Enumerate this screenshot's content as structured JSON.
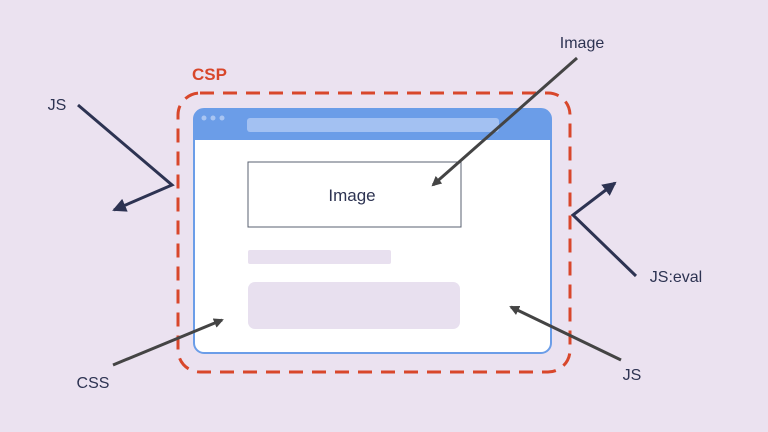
{
  "labels": {
    "csp": "CSP",
    "image_box": "Image",
    "image_arrow": "Image",
    "js_left": "JS",
    "js_eval": "JS:eval",
    "css": "CSS",
    "js_bottom": "JS"
  },
  "colors": {
    "background": "#ebe2f0",
    "csp": "#d8472b",
    "browser_header": "#6b9de8",
    "arrow_gray": "#444444",
    "arrow_navy": "#2d3352",
    "placeholder": "#e8e0ef"
  }
}
